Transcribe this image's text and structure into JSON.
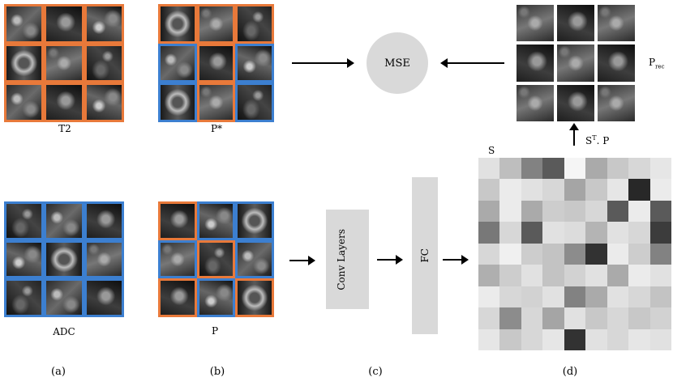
{
  "labels": {
    "t2": "T2",
    "adc": "ADC",
    "p_star": "P*",
    "p": "P",
    "mse": "MSE",
    "p_rec_main": "P",
    "p_rec_sub": "rec",
    "s": "S",
    "st_p": "S",
    "st_p_sup": "T",
    "st_p_rest": ". P",
    "conv": "Conv Layers",
    "fc": "FC"
  },
  "subfigure_labels": [
    "(a)",
    "(b)",
    "(c)",
    "(d)"
  ],
  "colors": {
    "orange_border": "#e8793a",
    "blue_border": "#3c7fd0",
    "box_fill": "#d9d9d9"
  },
  "p_star_tile_colors": [
    "orange",
    "orange",
    "orange",
    "blue",
    "orange",
    "blue",
    "blue",
    "orange",
    "blue"
  ],
  "p_tile_colors": [
    "orange",
    "blue",
    "blue",
    "blue",
    "orange",
    "blue",
    "orange",
    "blue",
    "orange"
  ],
  "heatmap_gray": [
    [
      225,
      190,
      130,
      90,
      245,
      170,
      200,
      215,
      230
    ],
    [
      200,
      235,
      225,
      215,
      165,
      200,
      230,
      40,
      235
    ],
    [
      170,
      235,
      170,
      205,
      200,
      215,
      90,
      235,
      90
    ],
    [
      120,
      215,
      90,
      225,
      220,
      180,
      225,
      215,
      60
    ],
    [
      215,
      240,
      205,
      195,
      140,
      50,
      235,
      205,
      130
    ],
    [
      175,
      205,
      225,
      195,
      210,
      225,
      170,
      235,
      225
    ],
    [
      235,
      215,
      210,
      225,
      130,
      170,
      225,
      215,
      195
    ],
    [
      215,
      140,
      215,
      165,
      225,
      200,
      215,
      200,
      210
    ],
    [
      230,
      200,
      215,
      230,
      50,
      225,
      215,
      230,
      225
    ]
  ]
}
